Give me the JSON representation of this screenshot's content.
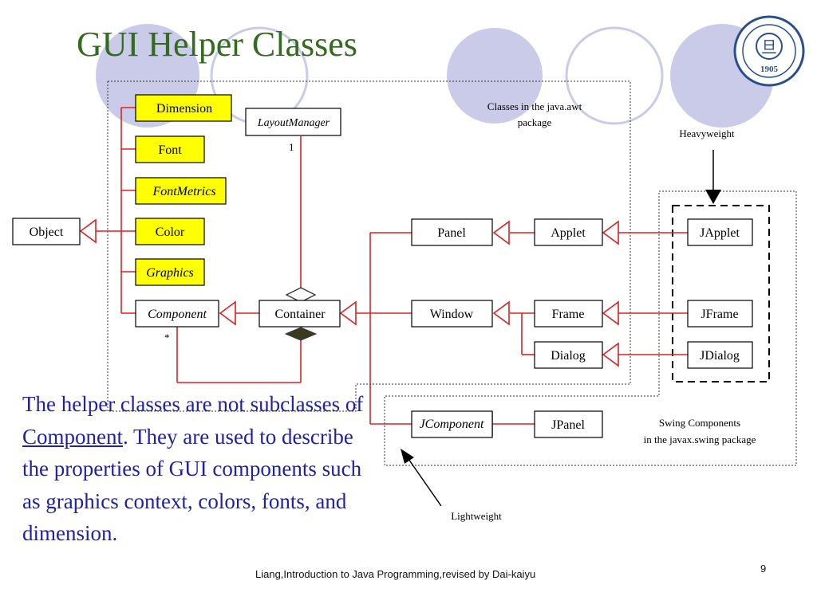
{
  "title": "GUI Helper Classes",
  "logo": {
    "name": "university-seal",
    "year_text": "1905",
    "mark": "旦"
  },
  "diagram": {
    "classes": {
      "object": "Object",
      "dimension": "Dimension",
      "font": "Font",
      "fontmetrics": "FontMetrics",
      "color": "Color",
      "graphics": "Graphics",
      "component": "Component",
      "layoutmanager": "LayoutManager",
      "container": "Container",
      "panel": "Panel",
      "applet": "Applet",
      "japplet": "JApplet",
      "window": "Window",
      "frame": "Frame",
      "jframe": "JFrame",
      "dialog": "Dialog",
      "jdialog": "JDialog",
      "jcomponent": "JComponent",
      "jpanel": "JPanel"
    },
    "multiplicity_one": "1",
    "multiplicity_many": "*",
    "awt_label_line1": "Classes in the java.awt",
    "awt_label_line2": "package",
    "heavyweight": "Heavyweight",
    "lightweight": "Lightweight",
    "swing_label_line1": "Swing Components",
    "swing_label_line2": "in the javax.swing package"
  },
  "description": {
    "before": "The helper classes are not subclasses of ",
    "link": "Component",
    "after": ". They are used to describe the properties of GUI components such as graphics context, colors, fonts, and dimension."
  },
  "footer": "Liang,Introduction to Java Programming,revised by Dai-kaiyu",
  "page_number": "9",
  "colors": {
    "title": "#336c1f",
    "body_text": "#1f1fa8",
    "link_line": "#e02020",
    "helper_fill": "#ffff00",
    "deco_circle": "#c9cbe9"
  }
}
